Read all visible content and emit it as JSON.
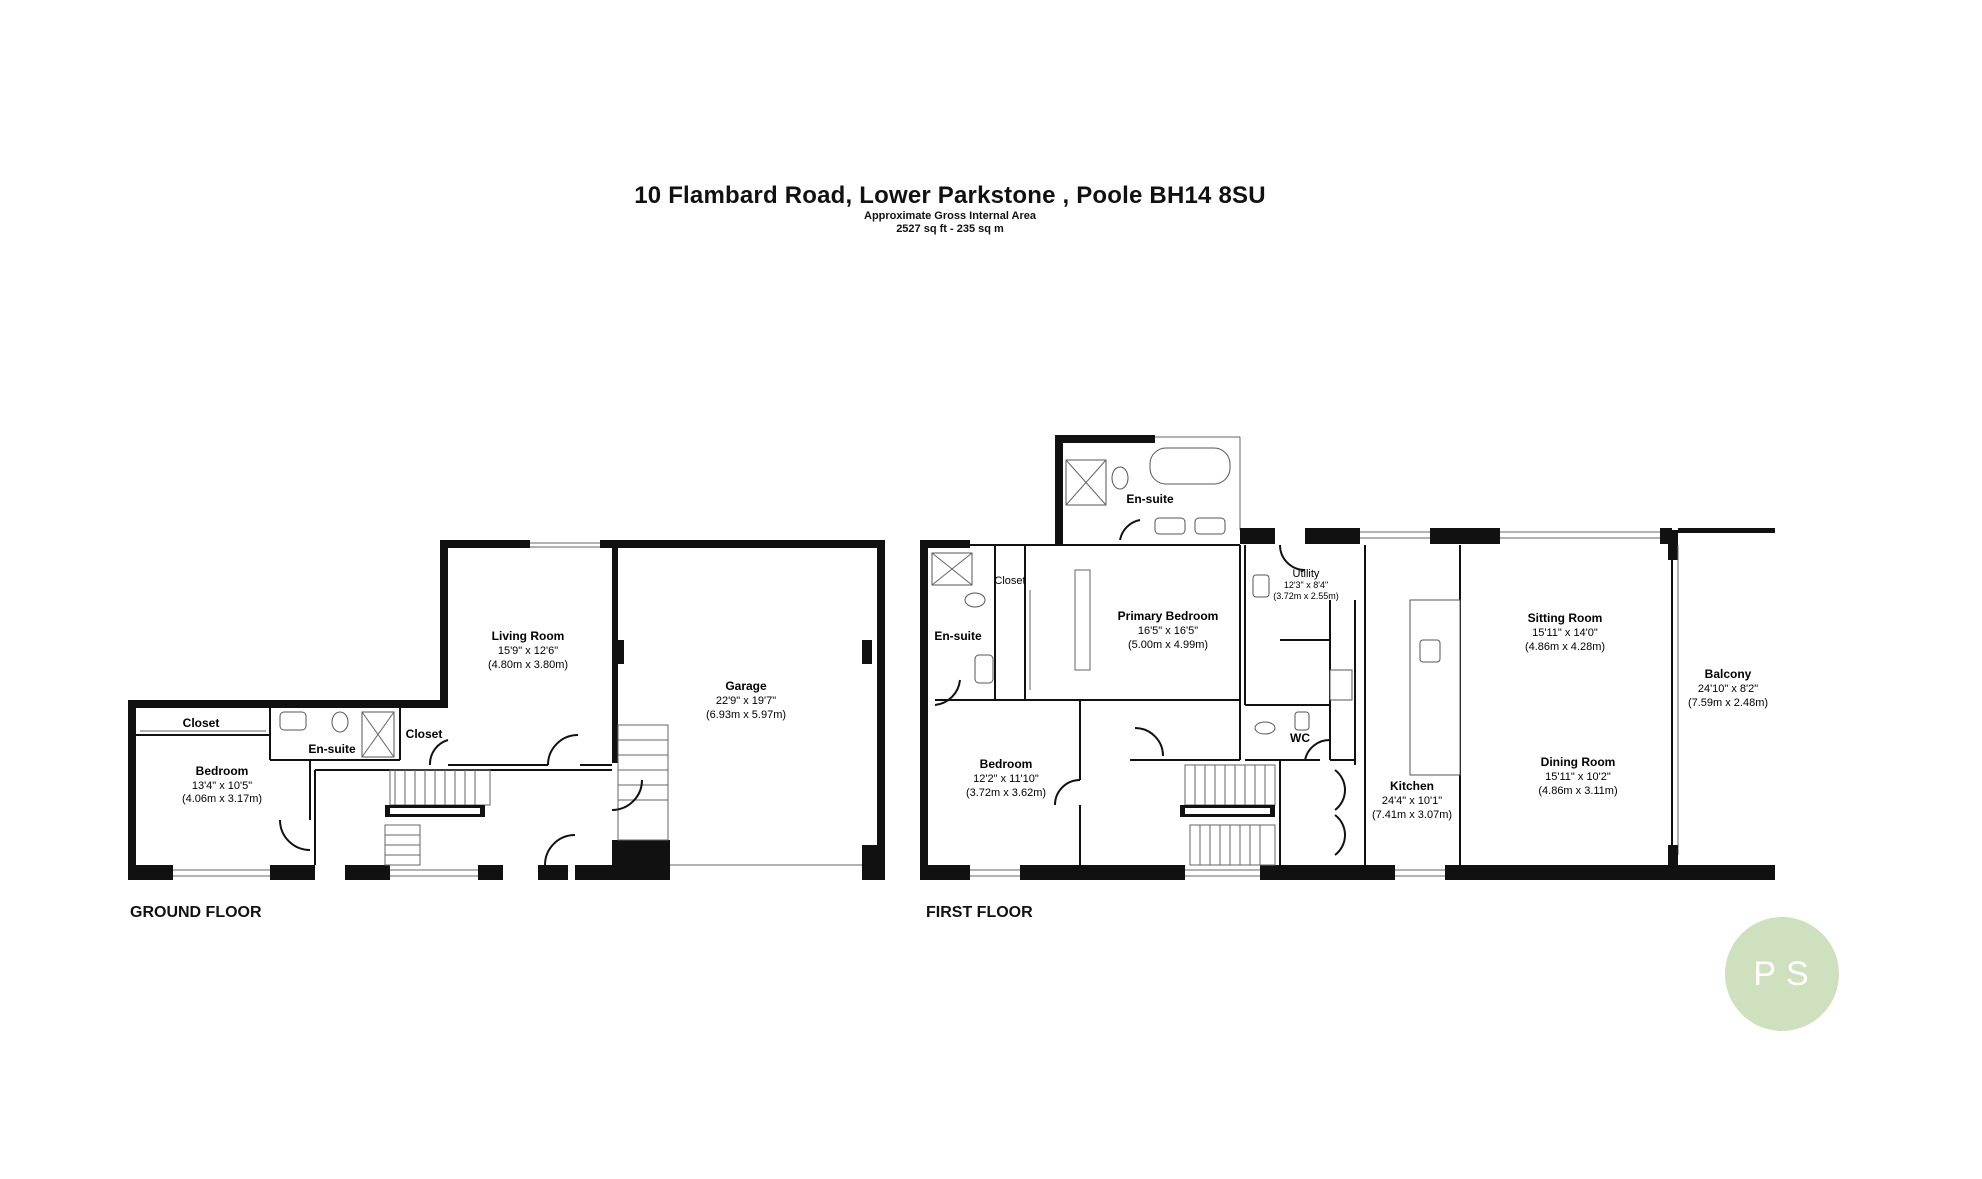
{
  "header": {
    "title": "10 Flambard Road, Lower Parkstone , Poole BH14 8SU",
    "subtitle": "Approximate Gross Internal Area",
    "area": "2527 sq ft - 235 sq m"
  },
  "ground_floor": {
    "label": "GROUND FLOOR",
    "rooms": {
      "closet1": {
        "name": "Closet"
      },
      "bedroom": {
        "name": "Bedroom",
        "dim_imperial": "13'4\" x 10'5\"",
        "dim_metric": "(4.06m x 3.17m)"
      },
      "ensuite": {
        "name": "En-suite"
      },
      "closet2": {
        "name": "Closet"
      },
      "living": {
        "name": "Living Room",
        "dim_imperial": "15'9\" x 12'6\"",
        "dim_metric": "(4.80m x 3.80m)"
      },
      "garage": {
        "name": "Garage",
        "dim_imperial": "22'9\" x 19'7\"",
        "dim_metric": "(6.93m x 5.97m)"
      }
    }
  },
  "first_floor": {
    "label": "FIRST FLOOR",
    "rooms": {
      "ensuite_top": {
        "name": "En-suite"
      },
      "ensuite_left": {
        "name": "En-suite"
      },
      "closet": {
        "name": "Closet"
      },
      "primary": {
        "name": "Primary Bedroom",
        "dim_imperial": "16'5\" x 16'5\"",
        "dim_metric": "(5.00m x 4.99m)"
      },
      "utility": {
        "name": "Utility",
        "dim_imperial": "12'3\" x 8'4\"",
        "dim_metric": "(3.72m x 2.55m)"
      },
      "bedroom": {
        "name": "Bedroom",
        "dim_imperial": "12'2\" x 11'10\"",
        "dim_metric": "(3.72m x 3.62m)"
      },
      "wc": {
        "name": "WC"
      },
      "kitchen": {
        "name": "Kitchen",
        "dim_imperial": "24'4\" x 10'1\"",
        "dim_metric": "(7.41m x 3.07m)"
      },
      "sitting": {
        "name": "Sitting Room",
        "dim_imperial": "15'11\" x 14'0\"",
        "dim_metric": "(4.86m x 4.28m)"
      },
      "dining": {
        "name": "Dining Room",
        "dim_imperial": "15'11\" x 10'2\"",
        "dim_metric": "(4.86m x 3.11m)"
      },
      "balcony": {
        "name": "Balcony",
        "dim_imperial": "24'10\" x 8'2\"",
        "dim_metric": "(7.59m x 2.48m)"
      }
    }
  },
  "logo": {
    "text": "PS",
    "color": "#cfe0bf"
  }
}
